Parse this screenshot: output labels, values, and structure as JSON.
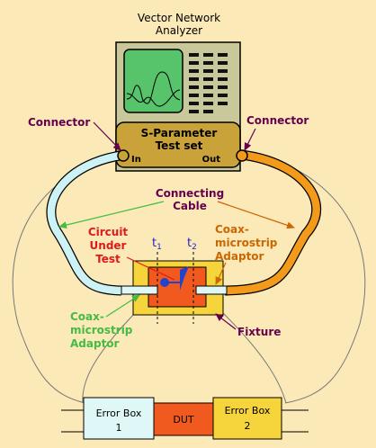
{
  "title": {
    "line1": "Vector Network",
    "line2": "Analyzer"
  },
  "test_set": {
    "line1": "S-Parameter",
    "line2": "Test set",
    "port_in": "In",
    "port_out": "Out"
  },
  "labels": {
    "connector_left": "Connector",
    "connector_right": "Connector",
    "cable_line1": "Connecting",
    "cable_line2": "Cable",
    "cut_line1": "Circuit",
    "cut_line2": "Under",
    "cut_line3": "Test",
    "t1_base": "t",
    "t1_sub": "1",
    "t2_base": "t",
    "t2_sub": "2",
    "adaptor_right_line1": "Coax-",
    "adaptor_right_line2": "microstrip",
    "adaptor_right_line3": "Adaptor",
    "adaptor_left_line1": "Coax-",
    "adaptor_left_line2": "microstrip",
    "adaptor_left_line3": "Adaptor",
    "fixture": "Fixture"
  },
  "boxes": {
    "error_box_1_line1": "Error Box",
    "error_box_1_line2": "1",
    "dut": "DUT",
    "error_box_2_line1": "Error Box",
    "error_box_2_line2": "2"
  },
  "colors": {
    "background": "#fbe9b8",
    "analyzer_body": "#c8c89a",
    "screen": "#57c36b",
    "test_set": "#c9a33a",
    "left_cable": "#cdf2f5",
    "right_cable": "#f39a1a",
    "label_purple": "#66004d",
    "label_green": "#44bb44",
    "label_red": "#e01a1a",
    "label_blue": "#2222cc",
    "label_orange": "#cc6600",
    "dut_box": "#f15a1e",
    "error_box_1": "#dff7f7",
    "error_box_2": "#f6d43c"
  }
}
